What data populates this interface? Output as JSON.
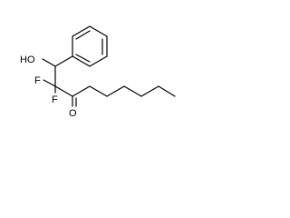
{
  "molecule": {
    "atom_labels": {
      "hydroxyl": "HO",
      "fluorine_1": "F",
      "fluorine_2": "F",
      "carbonyl_oxygen": "O"
    },
    "colors": {
      "bond": "#000000",
      "label": "#000000",
      "background": "#ffffff"
    }
  }
}
